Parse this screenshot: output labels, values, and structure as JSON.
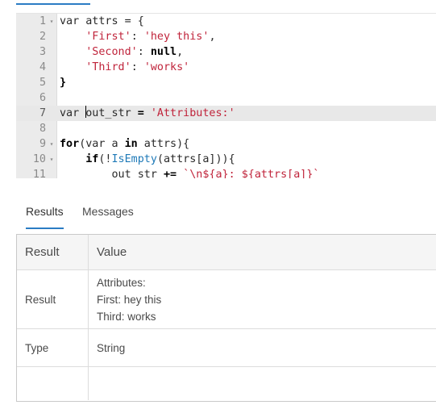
{
  "editor": {
    "lines": [
      {
        "n": "1",
        "fold": "▾",
        "tokens": [
          {
            "t": "var attrs = {",
            "c": "plain"
          }
        ]
      },
      {
        "n": "2",
        "fold": "",
        "tokens": [
          {
            "t": "    ",
            "c": "plain"
          },
          {
            "t": "'First'",
            "c": "str"
          },
          {
            "t": ": ",
            "c": "plain"
          },
          {
            "t": "'hey this'",
            "c": "str"
          },
          {
            "t": ",",
            "c": "plain"
          }
        ]
      },
      {
        "n": "3",
        "fold": "",
        "tokens": [
          {
            "t": "    ",
            "c": "plain"
          },
          {
            "t": "'Second'",
            "c": "str"
          },
          {
            "t": ": ",
            "c": "plain"
          },
          {
            "t": "null",
            "c": "kw"
          },
          {
            "t": ",",
            "c": "plain"
          }
        ]
      },
      {
        "n": "4",
        "fold": "",
        "tokens": [
          {
            "t": "    ",
            "c": "plain"
          },
          {
            "t": "'Third'",
            "c": "str"
          },
          {
            "t": ": ",
            "c": "plain"
          },
          {
            "t": "'works'",
            "c": "str"
          }
        ]
      },
      {
        "n": "5",
        "fold": "",
        "tokens": [
          {
            "t": "}",
            "c": "kw"
          }
        ]
      },
      {
        "n": "6",
        "fold": "",
        "tokens": []
      },
      {
        "n": "7",
        "fold": "",
        "active": true,
        "tokens": [
          {
            "t": "var ",
            "c": "plain"
          },
          {
            "t": "|",
            "c": "cursor"
          },
          {
            "t": "out_str ",
            "c": "plain"
          },
          {
            "t": "= ",
            "c": "kw"
          },
          {
            "t": "'Attributes:'",
            "c": "str"
          }
        ]
      },
      {
        "n": "8",
        "fold": "",
        "tokens": []
      },
      {
        "n": "9",
        "fold": "▾",
        "tokens": [
          {
            "t": "for",
            "c": "kw"
          },
          {
            "t": "(var a ",
            "c": "plain"
          },
          {
            "t": "in",
            "c": "kw"
          },
          {
            "t": " attrs){",
            "c": "plain"
          }
        ]
      },
      {
        "n": "10",
        "fold": "▾",
        "tokens": [
          {
            "t": "    ",
            "c": "plain"
          },
          {
            "t": "if",
            "c": "kw"
          },
          {
            "t": "(!",
            "c": "plain"
          },
          {
            "t": "IsEmpty",
            "c": "fn"
          },
          {
            "t": "(attrs[a])){",
            "c": "plain"
          }
        ]
      },
      {
        "n": "11",
        "fold": "",
        "tokens": [
          {
            "t": "        out_str ",
            "c": "plain"
          },
          {
            "t": "+=",
            "c": "kw"
          },
          {
            "t": " ",
            "c": "plain"
          },
          {
            "t": "`\\n${a}: ${attrs[a]}`",
            "c": "str"
          }
        ]
      }
    ]
  },
  "tabs": [
    {
      "label": "Results",
      "active": true
    },
    {
      "label": "Messages",
      "active": false
    }
  ],
  "results": {
    "header": {
      "col1": "Result",
      "col2": "Value"
    },
    "rows": [
      {
        "label": "Result",
        "value_lines": [
          "Attributes:",
          "First: hey this",
          "Third: works"
        ]
      },
      {
        "label": "Type",
        "value_lines": [
          "String"
        ]
      }
    ]
  }
}
